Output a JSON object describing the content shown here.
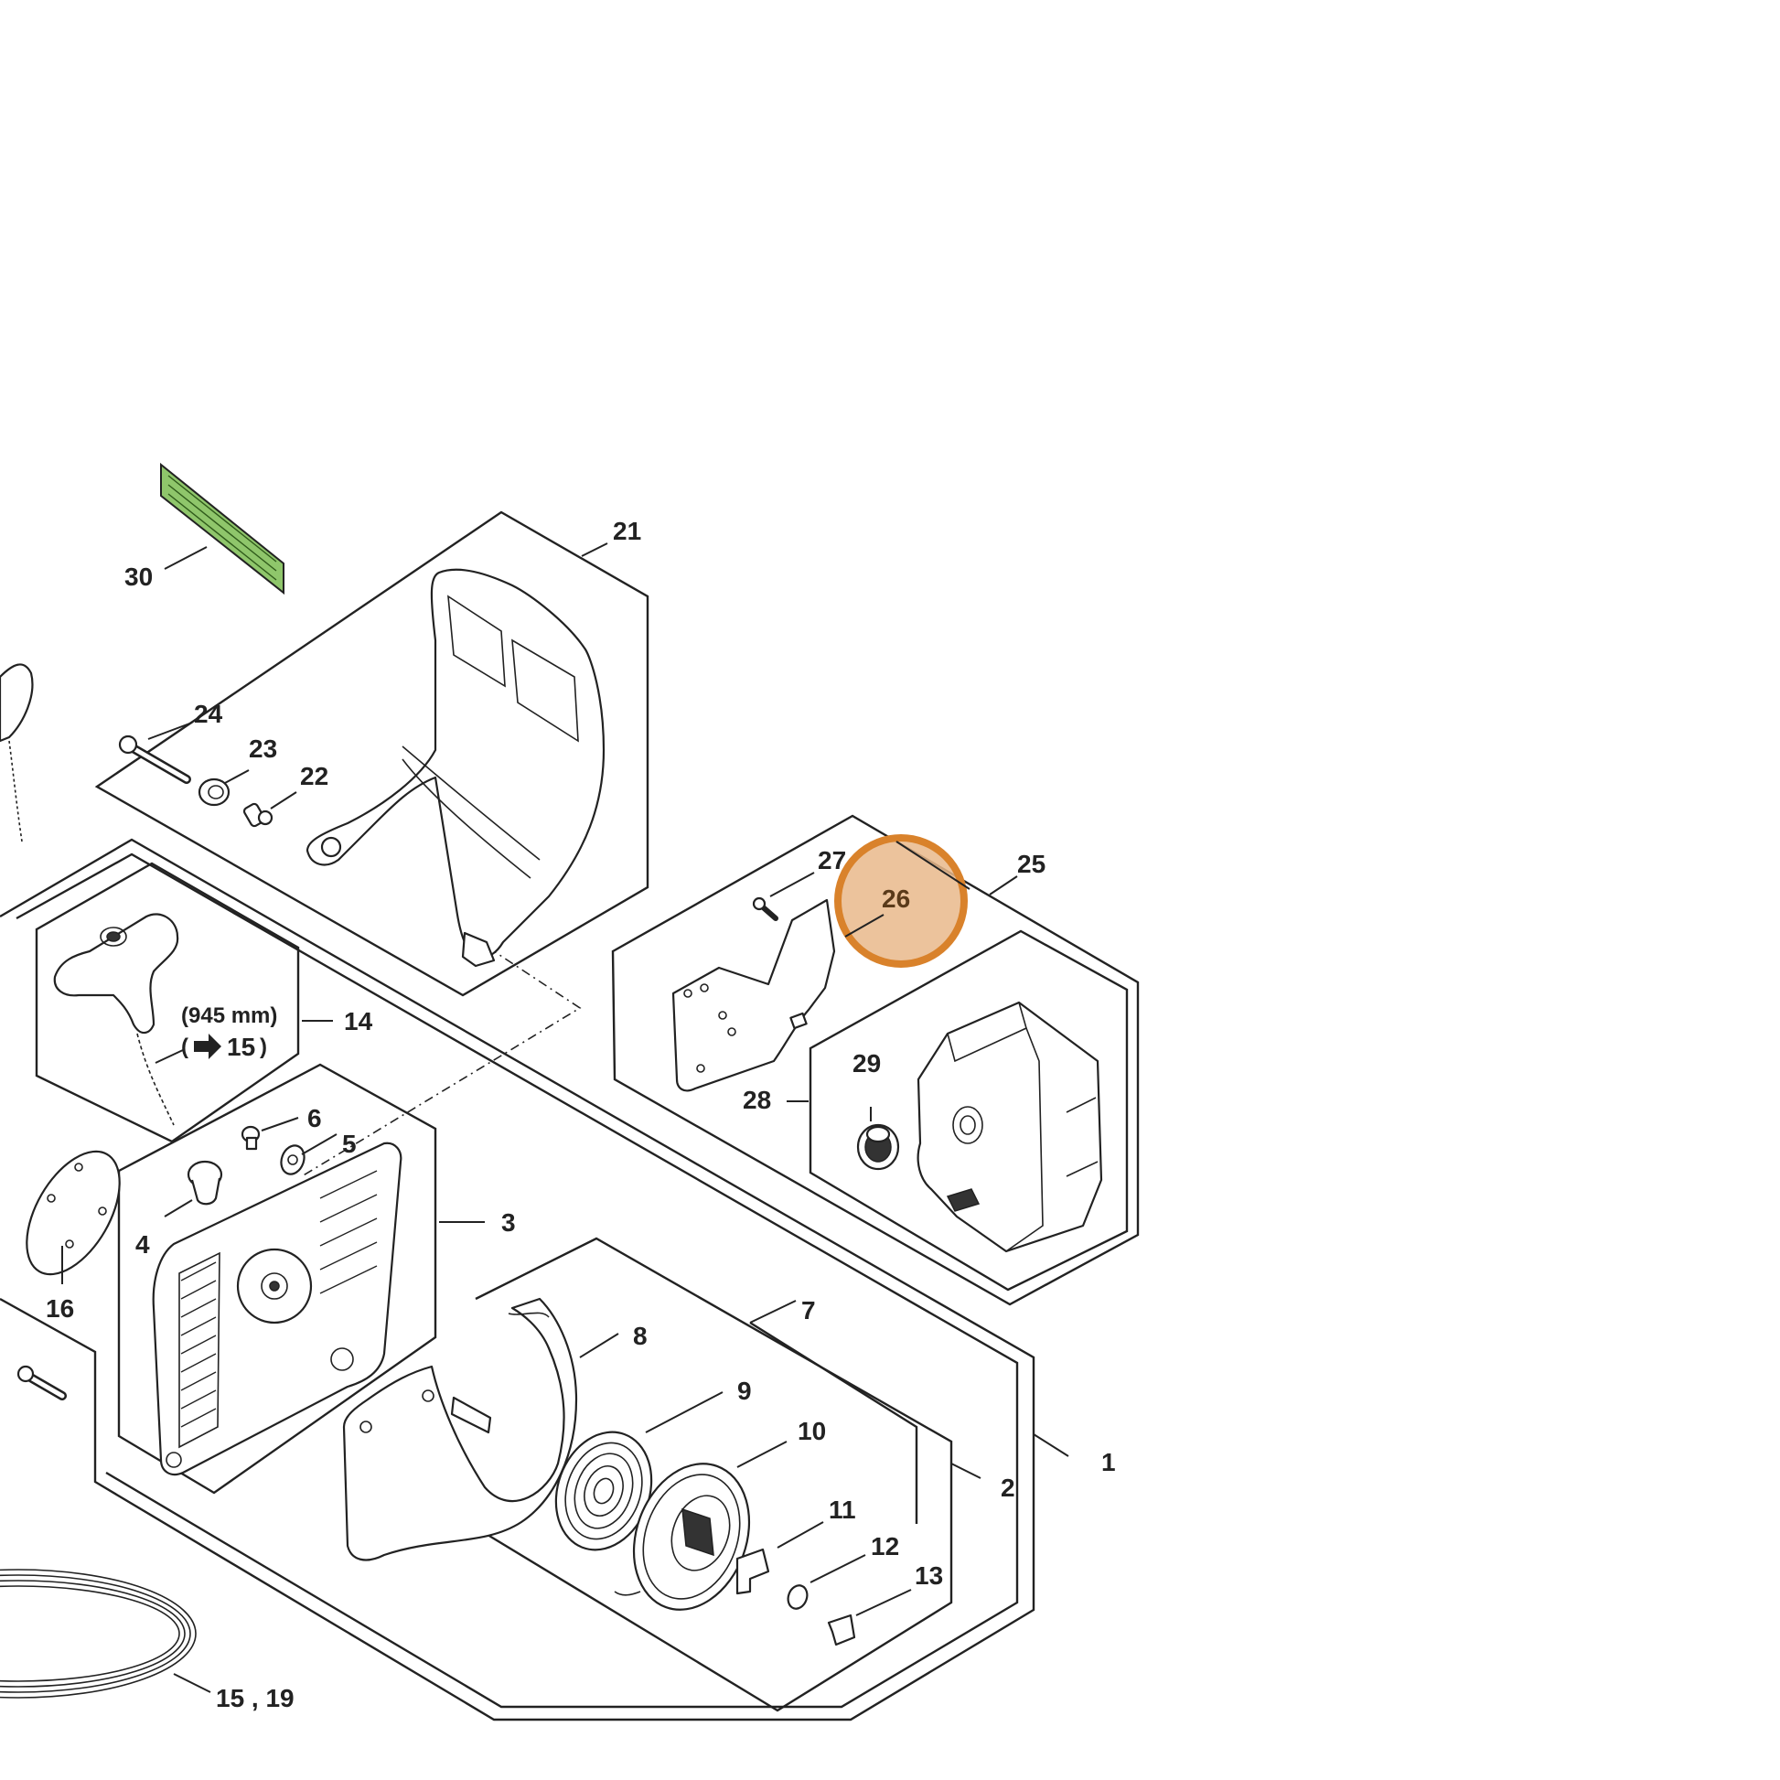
{
  "diagram": {
    "highlight_fill": "#e9b98b",
    "highlight_stroke": "#d9822b",
    "accent_green": "#8fc66b",
    "labels": {
      "n1": "1",
      "n2": "2",
      "n3": "3",
      "n4": "4",
      "n5": "5",
      "n6": "6",
      "n7": "7",
      "n8": "8",
      "n9": "9",
      "n10": "10",
      "n11": "11",
      "n12": "12",
      "n13": "13",
      "n14": "14",
      "n16": "16",
      "n21": "21",
      "n22": "22",
      "n23": "23",
      "n24": "24",
      "n25": "25",
      "n26": "26",
      "n27": "27",
      "n28": "28",
      "n29": "29",
      "n30": "30",
      "n15_19": "15 , 19"
    },
    "rope_length": "(945 mm)",
    "rope_ref_open": "(",
    "rope_ref_part": "15",
    "rope_ref_close": ")",
    "arrow_icon": "right-arrow-icon"
  }
}
